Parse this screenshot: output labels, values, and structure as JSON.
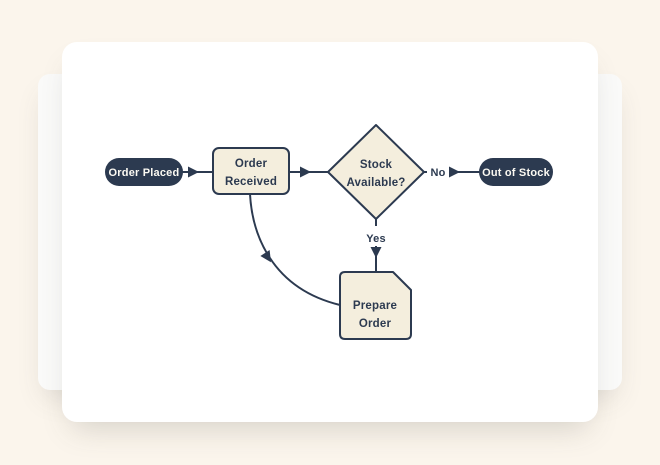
{
  "page": {
    "background_color": "#fbf5ec",
    "card_background": "#ffffff",
    "back_card_background": "#fafaf9"
  },
  "flowchart": {
    "nodes": {
      "order_placed": {
        "shape": "terminator-pill",
        "label": "Order Placed"
      },
      "order_received": {
        "shape": "process-rect",
        "line1": "Order",
        "line2": "Received"
      },
      "stock_available": {
        "shape": "decision-diamond",
        "line1": "Stock",
        "line2": "Available?"
      },
      "out_of_stock": {
        "shape": "terminator-pill",
        "label": "Out of Stock"
      },
      "prepare_order": {
        "shape": "document",
        "line1": "Prepare",
        "line2": "Order"
      }
    },
    "edge_labels": {
      "no": "No",
      "yes": "Yes"
    },
    "colors": {
      "node_fill": "#f4eedd",
      "node_stroke": "#2c3a50",
      "terminator_fill": "#2c3a50",
      "terminator_text": "#fcfaf3",
      "connector": "#2c3a50",
      "label_text": "#2c3a50"
    }
  }
}
